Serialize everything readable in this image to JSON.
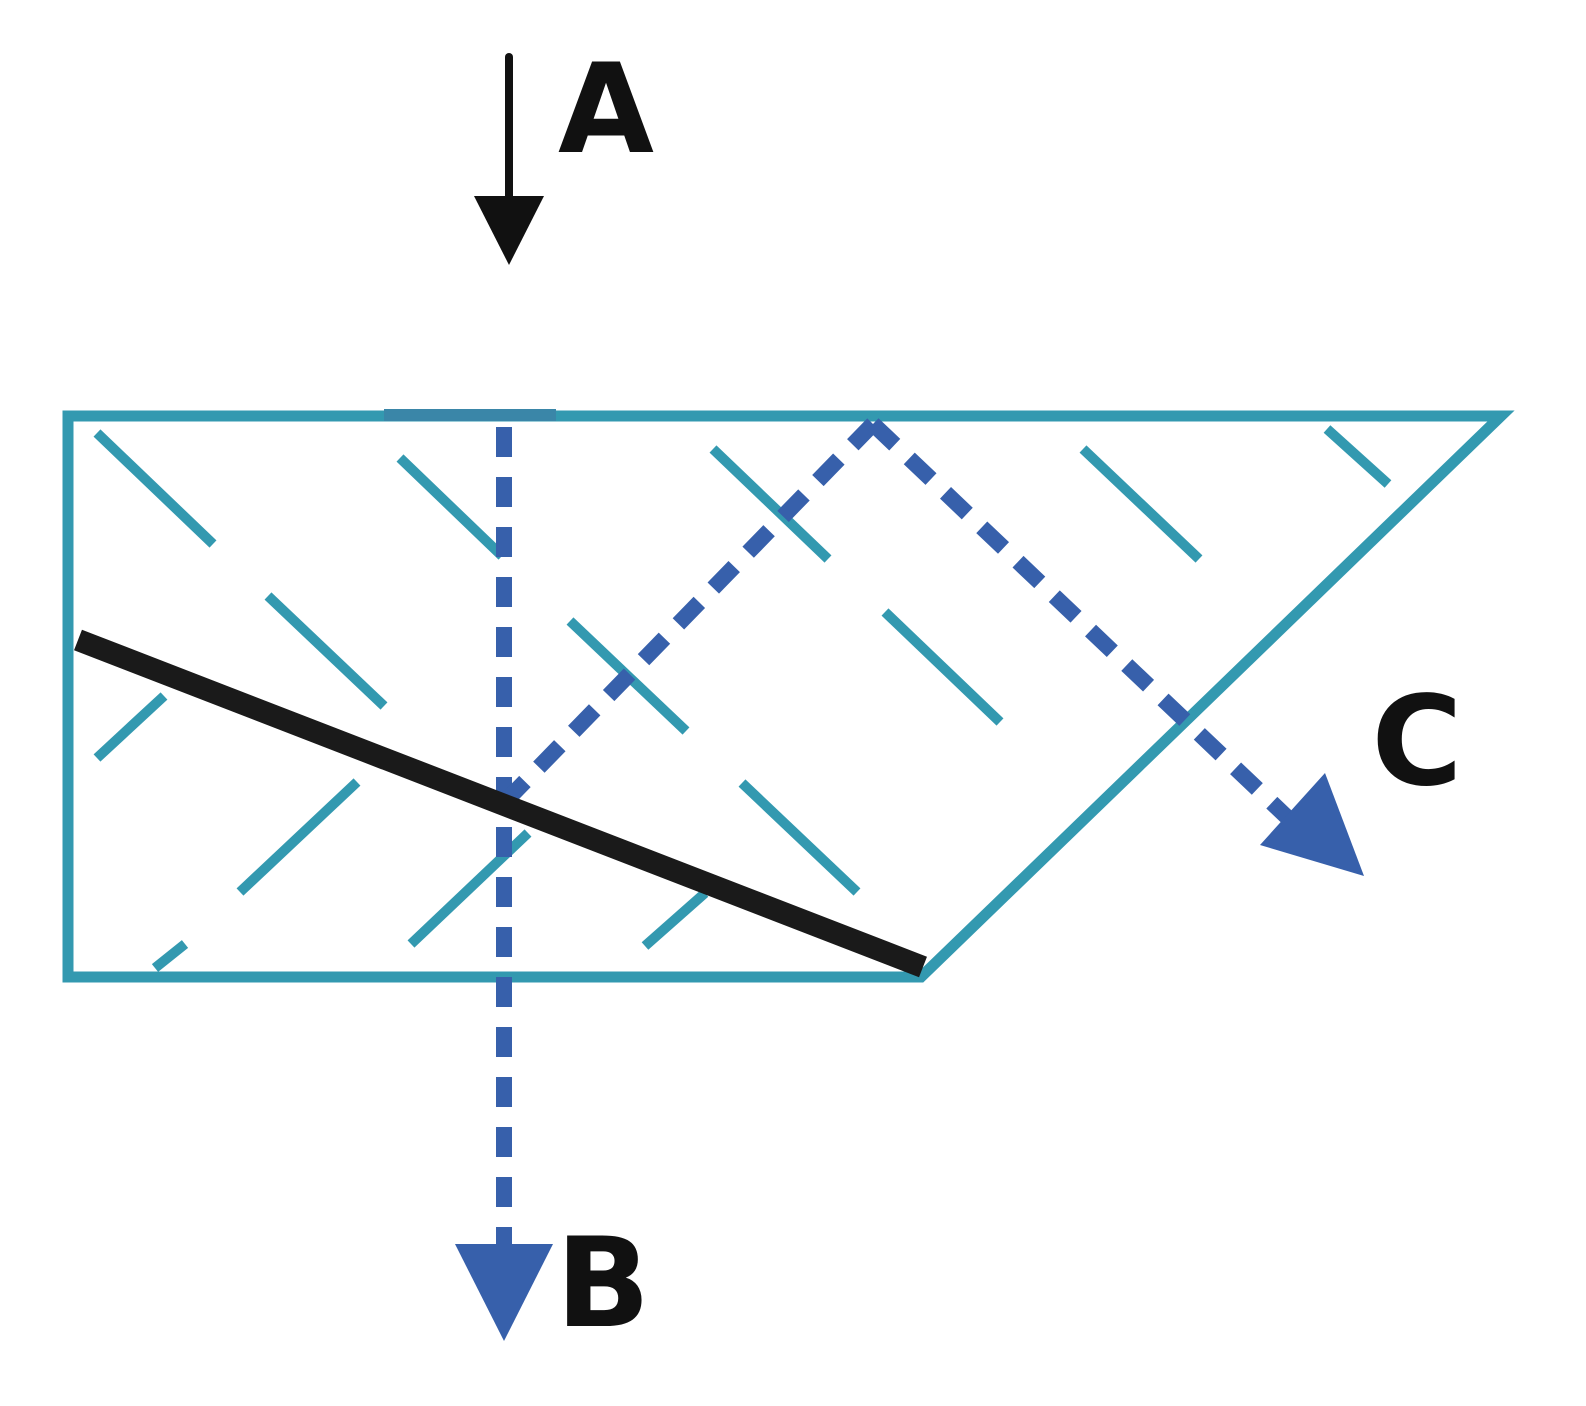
{
  "labels": {
    "a": "A",
    "b": "B",
    "c": "C"
  },
  "colors": {
    "prism": "#3399b0",
    "beam": "#3760ab",
    "incident": "#111111",
    "interface": "#1a1a1a",
    "label": "#111111"
  }
}
